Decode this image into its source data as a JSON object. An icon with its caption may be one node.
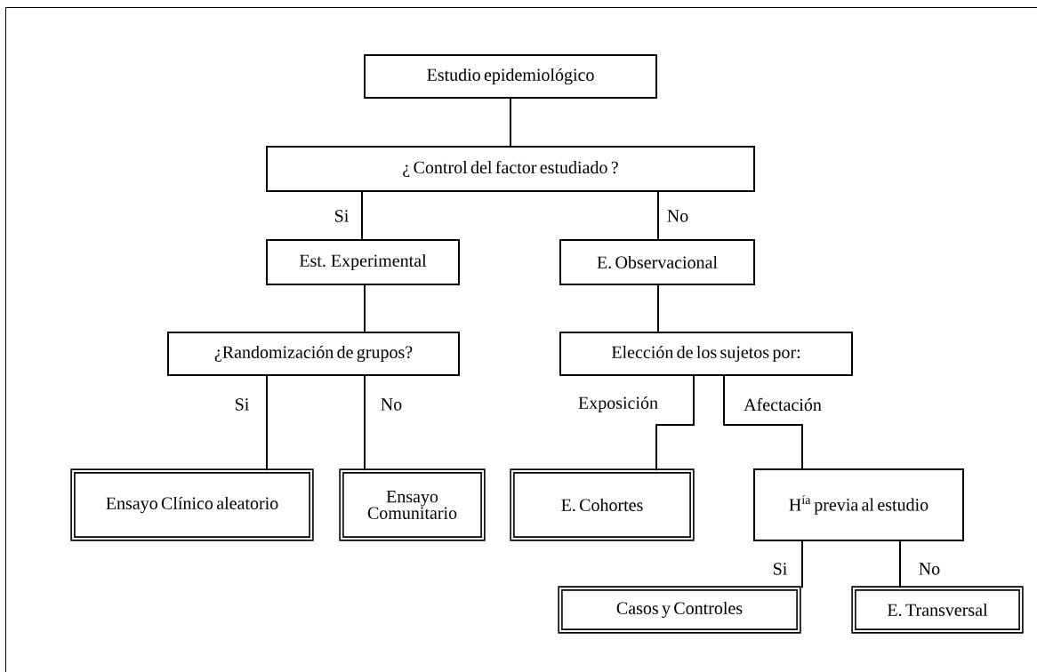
{
  "diagram": {
    "nodes": [
      {
        "text": [
          "Estudio epidemiológico"
        ]
      },
      {
        "text": [
          "¿ Control del factor estudiado ?"
        ]
      },
      {
        "text": [
          "Est. Experimental"
        ]
      },
      {
        "text": [
          "E. Observacional"
        ]
      },
      {
        "text": [
          "¿Randomización de grupos?"
        ]
      },
      {
        "text": [
          "Elección de los sujetos por:"
        ]
      },
      {
        "text": [
          "Ensayo Clínico aleatorio"
        ]
      },
      {
        "text": [
          "Ensayo Comunitario"
        ]
      },
      {
        "text": [
          "E. Cohortes"
        ]
      },
      {
        "text": [
          "H$^{ía}$ previa al estudio"
        ]
      },
      {
        "text": [
          "Casos y Controles"
        ]
      },
      {
        "text": [
          "E. Transversal"
        ]
      }
    ],
    "edges": [
      {
        "from": 0,
        "to": 1,
        "arrow": "none"
      },
      {
        "from": 1,
        "to": 2,
        "arrow": "none",
        "label": "Si"
      },
      {
        "from": 1,
        "to": 3,
        "arrow": "none",
        "label": "No"
      },
      {
        "from": 2,
        "to": 4,
        "arrow": "none"
      },
      {
        "from": 3,
        "to": 5,
        "arrow": "none"
      },
      {
        "from": 4,
        "to": 6,
        "arrow": "none",
        "label": "Si"
      },
      {
        "from": 4,
        "to": 7,
        "arrow": "none",
        "label": "No"
      },
      {
        "from": 5,
        "to": 8,
        "arrow": "none",
        "label": "Exposición"
      },
      {
        "from": 5,
        "to": 9,
        "arrow": "none",
        "label": "Afectación"
      },
      {
        "from": 9,
        "to": 10,
        "arrow": "none",
        "label": "Si"
      },
      {
        "from": 9,
        "to": 11,
        "arrow": "none",
        "label": "No"
      }
    ]
  }
}
